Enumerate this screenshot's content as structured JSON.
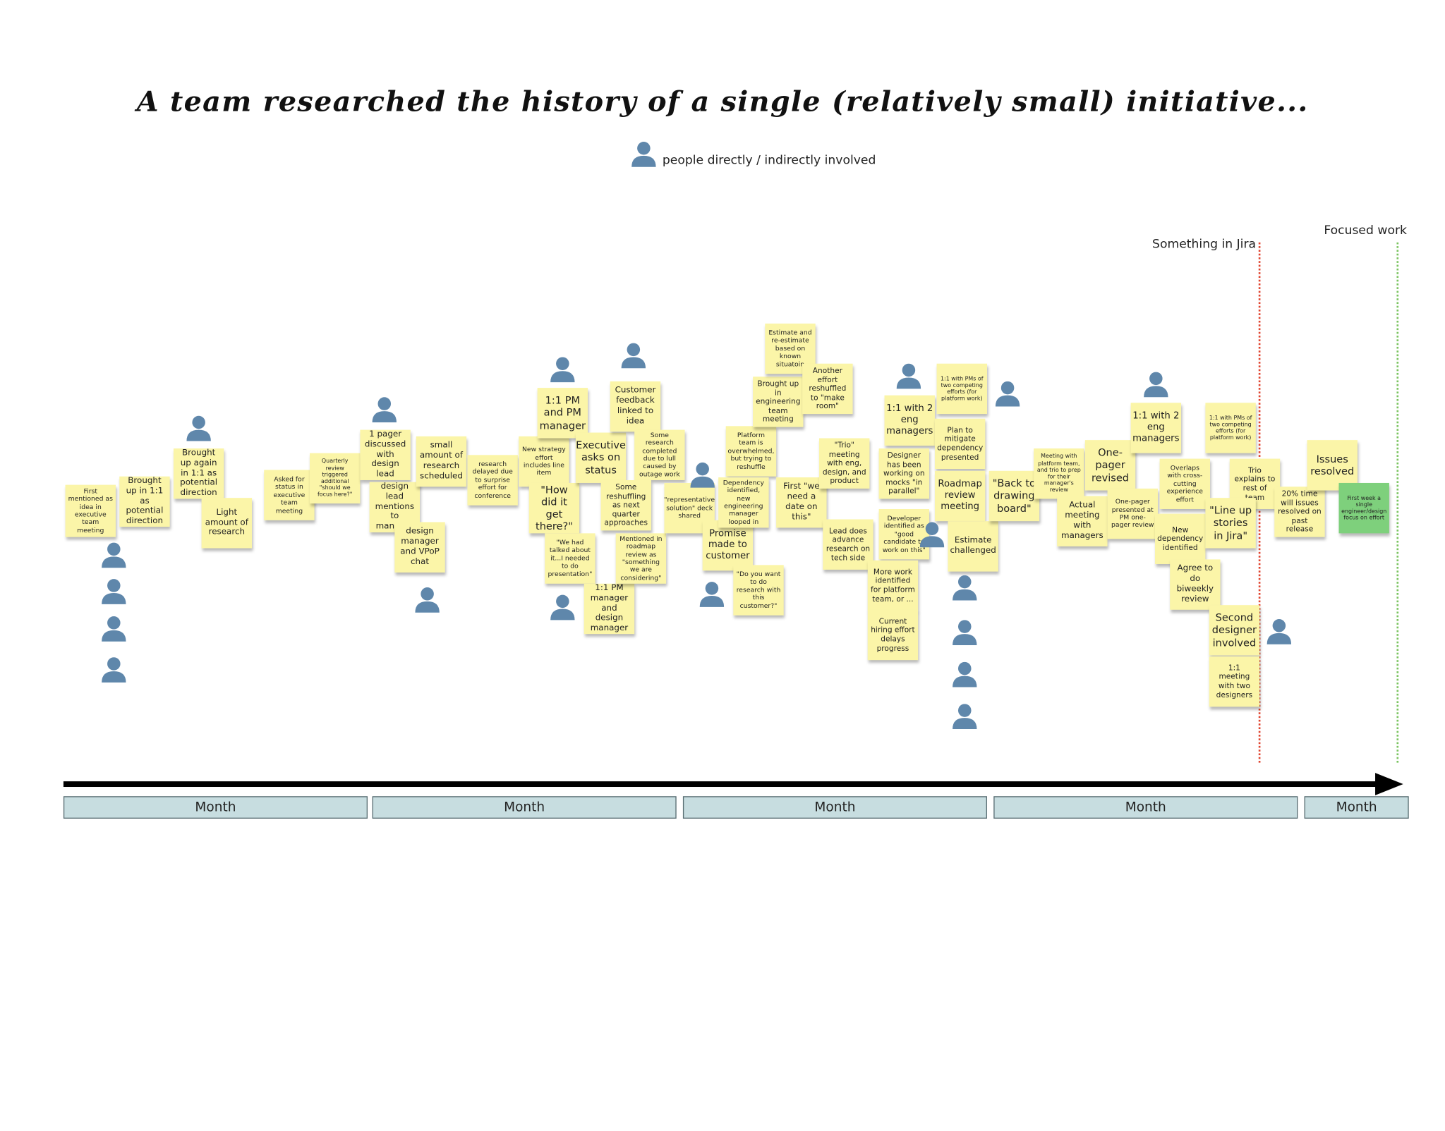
{
  "title": "A team researched the history of a single (relatively small) initiative...",
  "legend": {
    "icon": "person-icon",
    "label": "people directly / indirectly involved"
  },
  "markers": {
    "jira": {
      "label": "Something in Jira",
      "color": "#e0442f"
    },
    "focused": {
      "label": "Focused work",
      "color": "#7bc460"
    }
  },
  "months": [
    "Month",
    "Month",
    "Month",
    "Month",
    "Month"
  ],
  "colors": {
    "note": "#fbf5a8",
    "highlight_note": "#7ed07c",
    "person": "#5f87ab",
    "month_band": "#c7dde0"
  },
  "notes": [
    "First mentioned as idea in executive team meeting",
    "Brought up in 1:1 as potential direction",
    "Brought up again in 1:1 as potential direction",
    "Light amount of research",
    "Asked for status in executive team meeting",
    "Quarterly review triggered additional \"should we focus here?\"",
    "1 pager discussed with design lead",
    "design lead mentions to manager",
    "design manager and VPoP chat",
    "small amount of research scheduled",
    "research delayed due to surprise effort for conference",
    "New strategy effort includes line item",
    "\"How did it get there?\"",
    "\"We had talked about it...I needed to do presentation\"",
    "1:1 PM and PM manager",
    "Executive asks on status",
    "1:1 PM manager and design manager",
    "Customer feedback linked to idea",
    "Some research completed due to lull caused by outage work",
    "Some reshuffling as next quarter approaches",
    "Mentioned in roadmap review as \"something we are considering\"",
    "\"representative solution\" deck shared",
    "Promise made to customer",
    "\"Do you want to do research with this customer?\"",
    "Platform team is overwhelmed, but trying to reshuffle",
    "Dependency identified, new engineering manager looped in",
    "Brought up in engineering team meeting",
    "Estimate and re-estimate based on known situatoin",
    "Another effort reshuffled to \"make room\"",
    "First \"we need a date on this\"",
    "\"Trio\" meeting with eng, design, and product",
    "Lead does advance research on tech side",
    "1:1 with 2 eng managers",
    "Designer has been working on mocks \"in parallel\"",
    "Developer identified as \"good candidate to work on this\"",
    "More work identified for platform team, or ...",
    "Current hiring effort delays progress",
    "1:1 with PMs of two competing efforts (for platform work)",
    "Plan to mitigate dependency presented",
    "Roadmap review meeting",
    "Estimate challenged",
    "\"Back to drawing board\"",
    "Meeting with platform team, and trio to prep for their manager's review",
    "One-pager revised",
    "Actual meeting with managers",
    "One-pager presented at PM one-pager review",
    "1:1 with 2 eng managers",
    "Overlaps with cross-cutting experience effort",
    "New dependency identified",
    "Agree to do biweekly review",
    "1:1 with PMs of two competing efforts (for platform work)",
    "Trio explains to rest of team",
    "\"Line up stories in Jira\"",
    "Second designer involved",
    "1:1 meeting with two designers",
    "20% time will issues resolved on past release",
    "Issues resolved",
    "First week a single engineer/design focus on effort"
  ]
}
